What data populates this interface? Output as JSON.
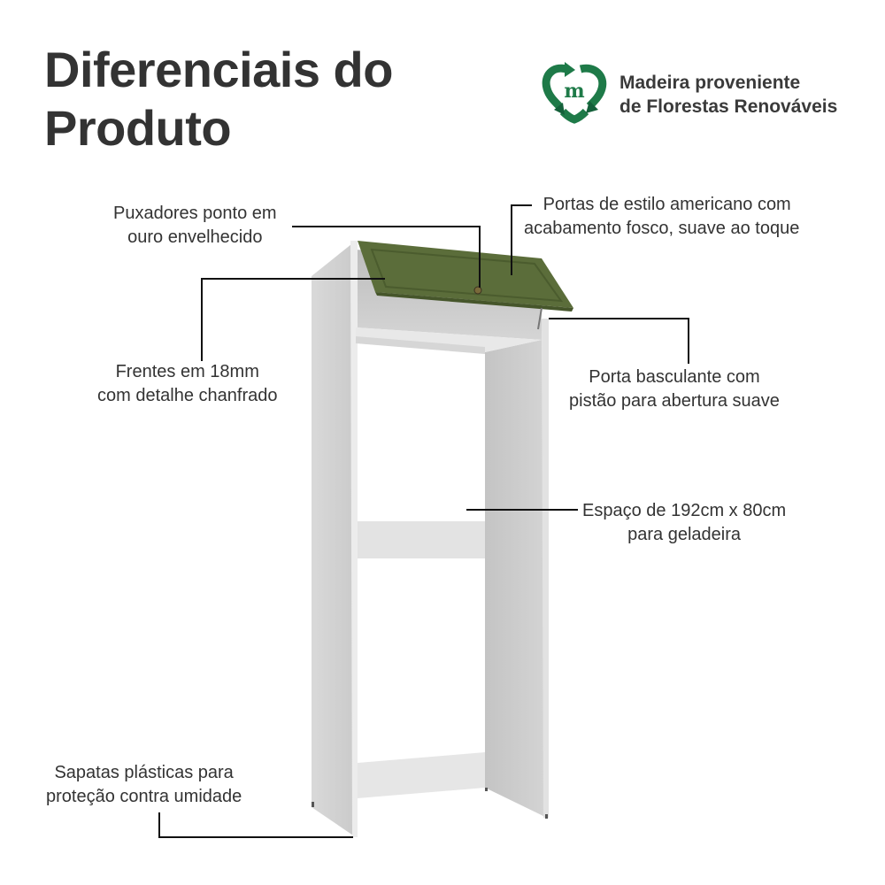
{
  "header": {
    "title_line1": "Diferenciais do",
    "title_line2": "Produto"
  },
  "badge": {
    "icon": "recycle-heart-m-icon",
    "line1": "Madeira proveniente",
    "line2": "de Florestas Renováveis",
    "color": "#1e7a48"
  },
  "product": {
    "door_color": "#5b6d3a",
    "body_color": "#e6e6e6"
  },
  "callouts": [
    {
      "id": "handles",
      "line1": "Puxadores ponto em",
      "line2": "ouro envelhecido"
    },
    {
      "id": "doors",
      "line1": "Portas de estilo americano com",
      "line2": "acabamento fosco, suave ao toque"
    },
    {
      "id": "fronts",
      "line1": "Frentes em 18mm",
      "line2": "com detalhe chanfrado"
    },
    {
      "id": "flap-door",
      "line1": "Porta basculante com",
      "line2": "pistão para abertura suave"
    },
    {
      "id": "fridge-space",
      "line1": "Espaço de 192cm x 80cm",
      "line2": "para geladeira"
    },
    {
      "id": "feet",
      "line1": "Sapatas plásticas para",
      "line2": "proteção contra umidade"
    }
  ]
}
